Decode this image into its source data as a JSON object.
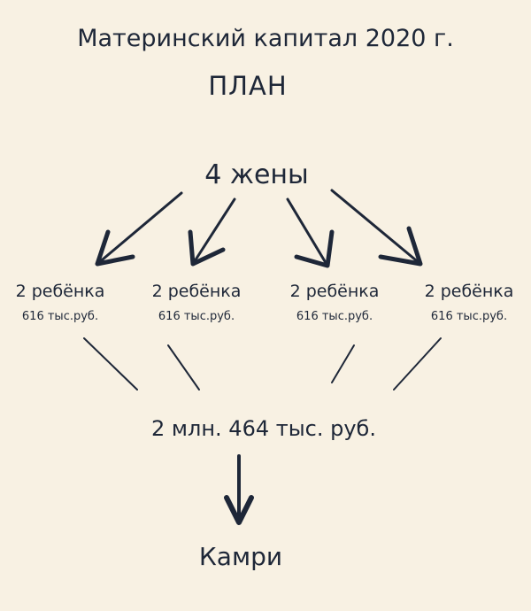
{
  "title": "Материнский капитал 2020 г.",
  "subtitle": "ПЛАН",
  "root": "4 жены",
  "branches": [
    {
      "children": "2 ребёнка",
      "amount": "616 тыс.руб."
    },
    {
      "children": "2 ребёнка",
      "amount": "616 тыс.руб."
    },
    {
      "children": "2 ребёнка",
      "amount": "616 тыс.руб."
    },
    {
      "children": "2 ребёнка",
      "amount": "616 тыс.руб."
    }
  ],
  "total": "2 млн. 464 тыс. руб.",
  "result": "Камри",
  "colors": {
    "background": "#f8f1e3",
    "ink": "#1e2738"
  }
}
